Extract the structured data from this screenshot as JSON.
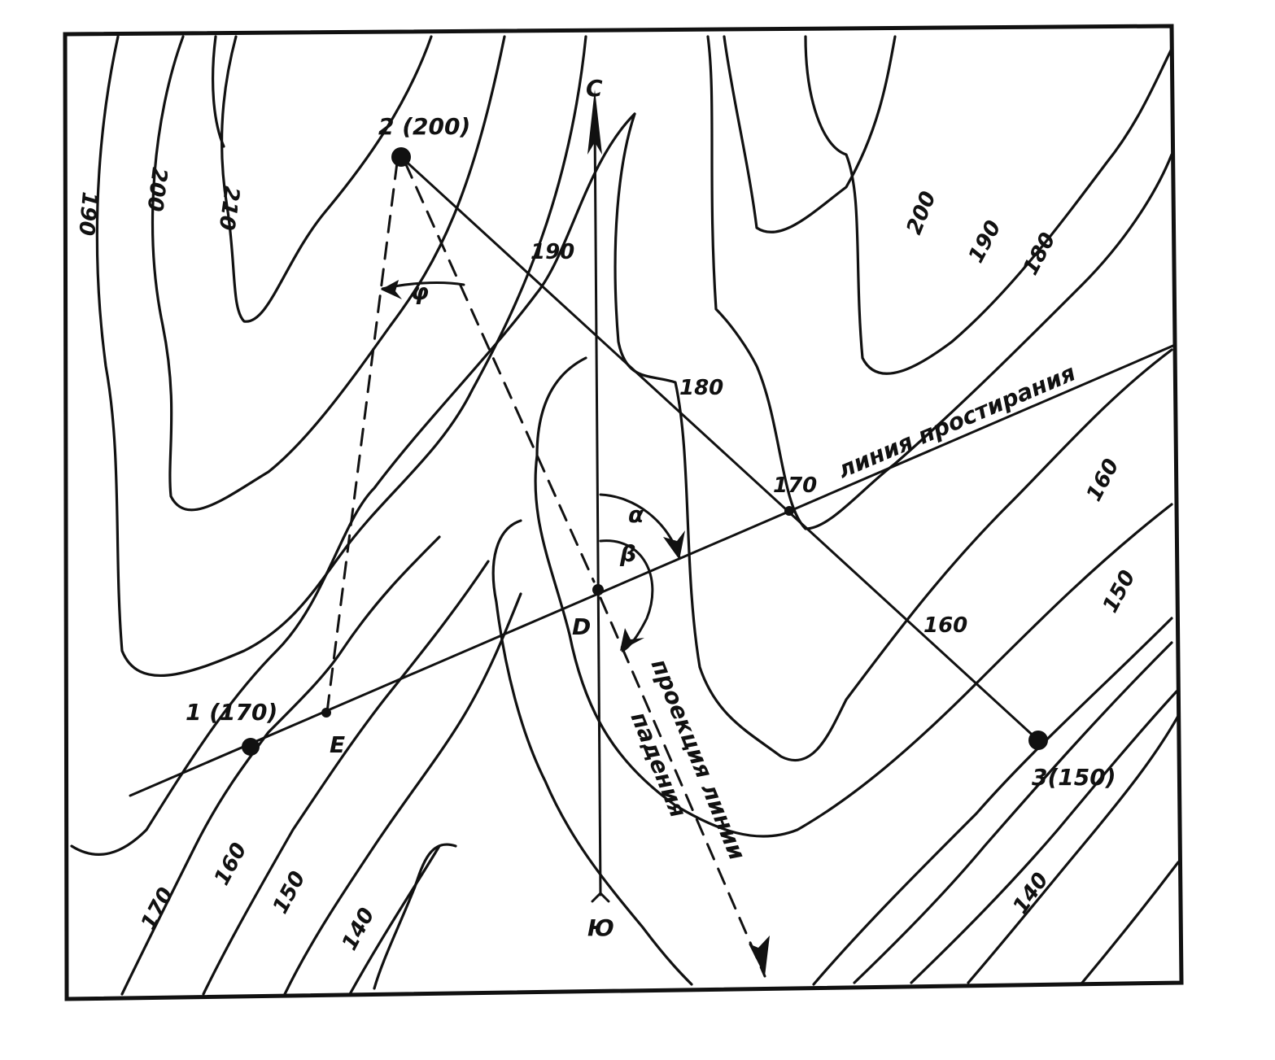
{
  "points": {
    "p1": "1 (170)",
    "p2": "2 (200)",
    "p3": "3(150)",
    "d": "D",
    "e": "E"
  },
  "compass": {
    "north": "С",
    "south": "Ю"
  },
  "angles": {
    "alpha": "α",
    "beta": "β",
    "phi": "φ"
  },
  "lines": {
    "strike": "линия простирания",
    "dip_projection_1": "проекция линии",
    "dip_projection_2": "падения"
  },
  "contour_labels": {
    "left_190": "190",
    "left_200": "200",
    "left_210": "210",
    "top_190": "190",
    "mid_180": "180",
    "mid_170": "170",
    "mid_160": "160",
    "right_200": "200",
    "right_190": "190",
    "right_180": "180",
    "right_160": "160",
    "right_150": "150",
    "right_140": "140",
    "bottom_170": "170",
    "bottom_160": "160",
    "bottom_150": "150",
    "bottom_140": "140"
  }
}
